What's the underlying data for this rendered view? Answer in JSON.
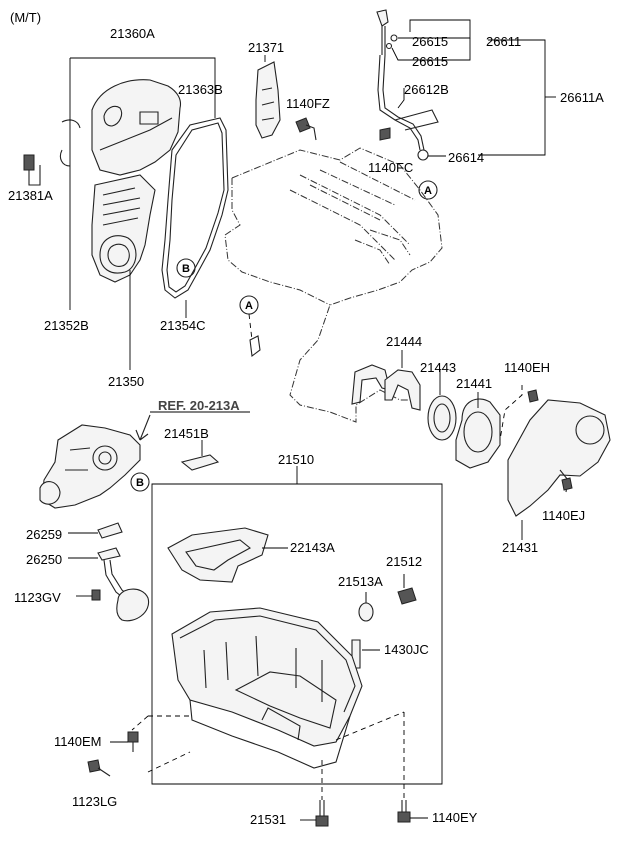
{
  "header": {
    "variant": "(M/T)"
  },
  "labels": {
    "p21360A": "21360A",
    "p21371": "21371",
    "p21363B": "21363B",
    "p1140FZ": "1140FZ",
    "p21381A": "21381A",
    "p21352B": "21352B",
    "p21354C": "21354C",
    "p21350": "21350",
    "p26615a": "26615",
    "p26615b": "26615",
    "p26611": "26611",
    "p26612B": "26612B",
    "p26611A": "26611A",
    "p1140FC": "1140FC",
    "p26614": "26614",
    "p21444": "21444",
    "p21443": "21443",
    "p21441": "21441",
    "p1140EH": "1140EH",
    "p1140EJ": "1140EJ",
    "p21431": "21431",
    "ref": "REF. 20-213A",
    "p21451B": "21451B",
    "p21510": "21510",
    "p26259": "26259",
    "p26250": "26250",
    "p1123GV": "1123GV",
    "p22143A": "22143A",
    "p21512": "21512",
    "p21513A": "21513A",
    "p1430JC": "1430JC",
    "p1140EM": "1140EM",
    "p1123LG": "1123LG",
    "p21531": "21531",
    "p1140EY": "1140EY"
  },
  "callouts": {
    "a1": "A",
    "a2": "A",
    "b1": "B",
    "b2": "B"
  },
  "colors": {
    "line": "#000000",
    "ref_text": "#444444",
    "background": "#ffffff"
  }
}
